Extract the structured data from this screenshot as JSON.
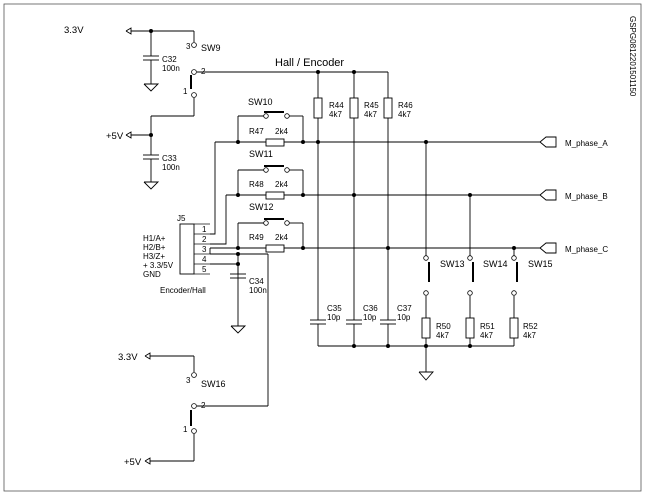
{
  "title": "Hall / Encoder",
  "doc_id": "GSPG0812201501150",
  "rails": {
    "v33_top": "3.3V",
    "v5_top": "+5V",
    "v33_bot": "3.3V",
    "v5_bot": "+5V"
  },
  "switches": {
    "sw9": "SW9",
    "sw10": "SW10",
    "sw11": "SW11",
    "sw12": "SW12",
    "sw13": "SW13",
    "sw14": "SW14",
    "sw15": "SW15",
    "sw16": "SW16"
  },
  "switch_pins": {
    "p1": "1",
    "p2": "2",
    "p3": "3"
  },
  "capacitors": {
    "c32": {
      "ref": "C32",
      "val": "100n"
    },
    "c33": {
      "ref": "C33",
      "val": "100n"
    },
    "c34": {
      "ref": "C34",
      "val": "100n"
    },
    "c35": {
      "ref": "C35",
      "val": "10p"
    },
    "c36": {
      "ref": "C36",
      "val": "10p"
    },
    "c37": {
      "ref": "C37",
      "val": "10p"
    }
  },
  "resistors": {
    "r44": {
      "ref": "R44",
      "val": "4k7"
    },
    "r45": {
      "ref": "R45",
      "val": "4k7"
    },
    "r46": {
      "ref": "R46",
      "val": "4k7"
    },
    "r47": {
      "ref": "R47",
      "val": "2k4"
    },
    "r48": {
      "ref": "R48",
      "val": "2k4"
    },
    "r49": {
      "ref": "R49",
      "val": "2k4"
    },
    "r50": {
      "ref": "R50",
      "val": "4k7"
    },
    "r51": {
      "ref": "R51",
      "val": "4k7"
    },
    "r52": {
      "ref": "R52",
      "val": "4k7"
    }
  },
  "connector": {
    "ref": "J5",
    "name": "Encoder/Hall",
    "pins": [
      "1",
      "2",
      "3",
      "4",
      "5"
    ],
    "signals": [
      "H1/A+",
      "H2/B+",
      "H3/Z+",
      "+ 3.3/5V",
      "GND"
    ]
  },
  "ports": {
    "a": "M_phase_A",
    "b": "M_phase_B",
    "c": "M_phase_C"
  }
}
